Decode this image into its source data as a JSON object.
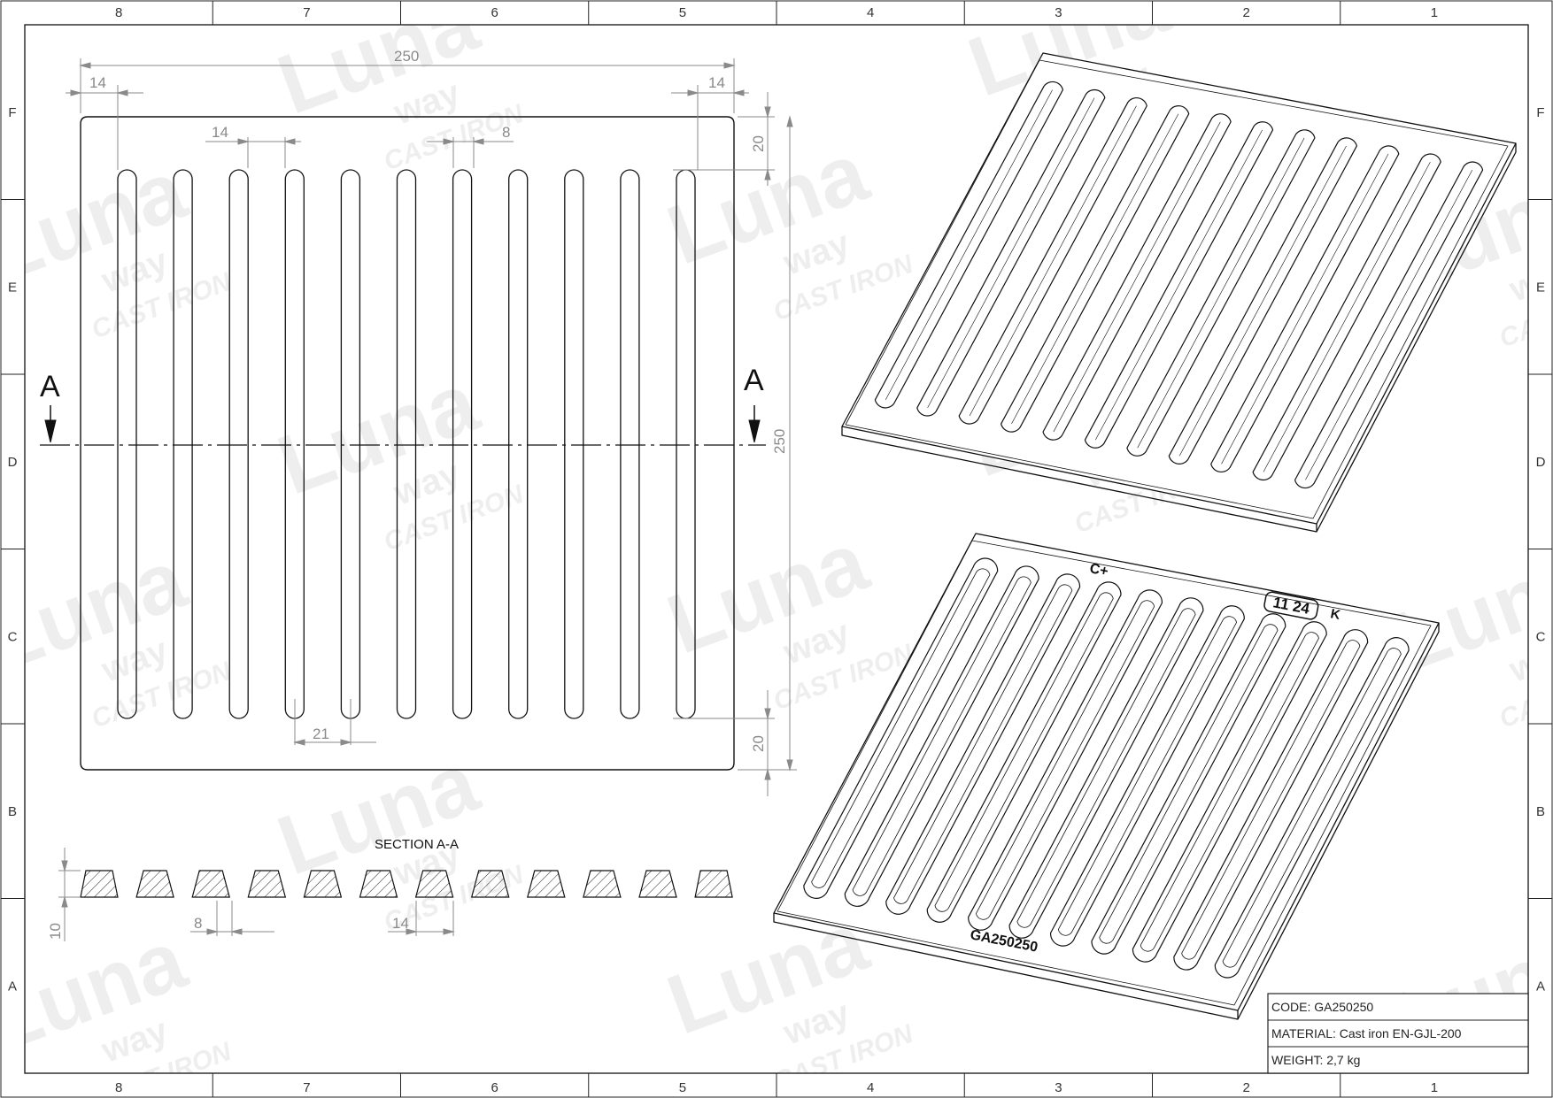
{
  "grid": {
    "columns": [
      "8",
      "7",
      "6",
      "5",
      "4",
      "3",
      "2",
      "1"
    ],
    "rows": [
      "F",
      "E",
      "D",
      "C",
      "B",
      "A"
    ]
  },
  "watermark": {
    "brand": "Luna",
    "sub": "way",
    "tag": "CAST IRON",
    "color": "#000000"
  },
  "plan_view": {
    "dims": {
      "overall_width": "250",
      "edge_left": "14",
      "edge_right": "14",
      "slot_width": "14",
      "rib_width": "8",
      "top_margin": "20",
      "overall_height": "250",
      "pitch": "21",
      "bottom_margin": "20"
    },
    "section_cut": "A"
  },
  "section": {
    "title": "SECTION A-A",
    "dims": {
      "height": "10",
      "rib": "8",
      "slot": "14"
    }
  },
  "iso_bottom": {
    "marks": {
      "top_mark": "C+",
      "date_code": "11 24",
      "k_mark": "K",
      "code": "GA250250"
    }
  },
  "title_block": {
    "code": "CODE: GA250250",
    "material": "MATERIAL: Cast iron EN-GJL-200",
    "weight": "WEIGHT: 2,7 kg"
  }
}
